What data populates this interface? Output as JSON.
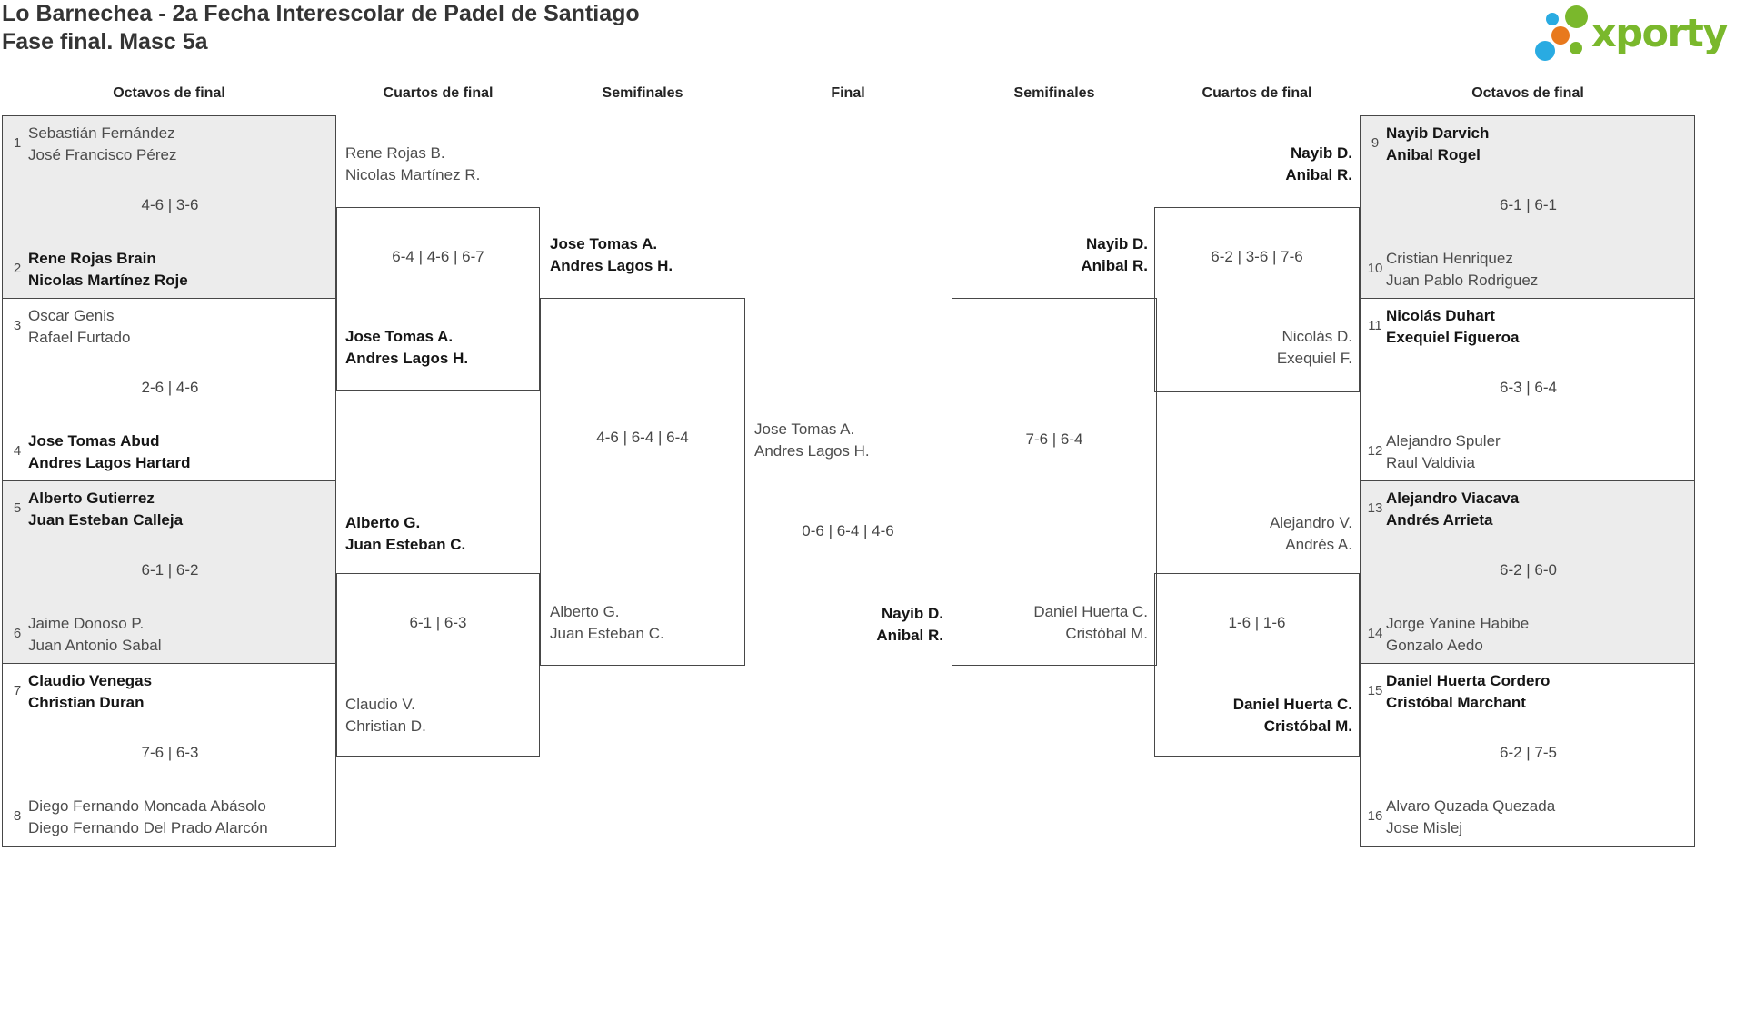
{
  "title": {
    "line1": "Lo Barnechea - 2a Fecha Interescolar de Padel de Santiago",
    "line2": "Fase final. Masc 5a"
  },
  "logo": {
    "brand": "xporty"
  },
  "round_headers": [
    "Octavos de final",
    "Cuartos de final",
    "Semifinales",
    "Final",
    "Semifinales",
    "Cuartos de final",
    "Octavos de final"
  ],
  "colors": {
    "logo_green": "#7ab82c",
    "logo_blue": "#29abe2",
    "logo_orange": "#e8791d",
    "shaded_row": "#ececec",
    "border_line": "#474747",
    "text_normal": "#4c4c4c",
    "text_winner": "#151515"
  },
  "octavos_left": [
    {
      "shaded": true,
      "score": "4-6 | 3-6",
      "team1": {
        "seed": "1",
        "name1": "Sebastián Fernández",
        "name2": "José Francisco Pérez",
        "winner": false
      },
      "team2": {
        "seed": "2",
        "name1": "Rene Rojas Brain",
        "name2": "Nicolas Martínez Roje",
        "winner": true
      }
    },
    {
      "shaded": false,
      "score": "2-6 | 4-6",
      "team1": {
        "seed": "3",
        "name1": "Oscar Genis",
        "name2": "Rafael Furtado",
        "winner": false
      },
      "team2": {
        "seed": "4",
        "name1": "Jose Tomas Abud",
        "name2": "Andres Lagos Hartard",
        "winner": true
      }
    },
    {
      "shaded": true,
      "score": "6-1 | 6-2",
      "team1": {
        "seed": "5",
        "name1": "Alberto Gutierrez",
        "name2": "Juan Esteban Calleja",
        "winner": true
      },
      "team2": {
        "seed": "6",
        "name1": "Jaime Donoso P.",
        "name2": "Juan Antonio Sabal",
        "winner": false
      }
    },
    {
      "shaded": false,
      "score": "7-6 | 6-3",
      "team1": {
        "seed": "7",
        "name1": "Claudio Venegas",
        "name2": "Christian Duran",
        "winner": true
      },
      "team2": {
        "seed": "8",
        "name1": "Diego Fernando Moncada Abásolo",
        "name2": "Diego Fernando Del Prado Alarcón",
        "winner": false
      }
    }
  ],
  "octavos_right": [
    {
      "shaded": true,
      "score": "6-1 | 6-1",
      "team1": {
        "seed": "9",
        "name1": "Nayib Darvich",
        "name2": "Anibal Rogel",
        "winner": true
      },
      "team2": {
        "seed": "10",
        "name1": "Cristian Henriquez",
        "name2": "Juan Pablo Rodriguez",
        "winner": false
      }
    },
    {
      "shaded": false,
      "score": "6-3 | 6-4",
      "team1": {
        "seed": "11",
        "name1": "Nicolás Duhart",
        "name2": "Exequiel Figueroa",
        "winner": true
      },
      "team2": {
        "seed": "12",
        "name1": "Alejandro Spuler",
        "name2": "Raul Valdivia",
        "winner": false
      }
    },
    {
      "shaded": true,
      "score": "6-2 | 6-0",
      "team1": {
        "seed": "13",
        "name1": "Alejandro Viacava",
        "name2": "Andrés Arrieta",
        "winner": true
      },
      "team2": {
        "seed": "14",
        "name1": "Jorge Yanine Habibe",
        "name2": "Gonzalo Aedo",
        "winner": false
      }
    },
    {
      "shaded": false,
      "score": "6-2 | 7-5",
      "team1": {
        "seed": "15",
        "name1": "Daniel Huerta Cordero",
        "name2": "Cristóbal Marchant",
        "winner": true
      },
      "team2": {
        "seed": "16",
        "name1": "Alvaro Quzada Quezada",
        "name2": "Jose Mislej",
        "winner": false
      }
    }
  ],
  "cuartos_left": [
    {
      "score": "6-4 | 4-6 | 6-7",
      "team1": {
        "name1": "Rene Rojas B.",
        "name2": "Nicolas Martínez R.",
        "winner": false
      },
      "team2": {
        "name1": "Jose Tomas A.",
        "name2": "Andres Lagos H.",
        "winner": true
      }
    },
    {
      "score": "6-1 | 6-3",
      "team1": {
        "name1": "Alberto G.",
        "name2": "Juan Esteban C.",
        "winner": true
      },
      "team2": {
        "name1": "Claudio V.",
        "name2": "Christian D.",
        "winner": false
      }
    }
  ],
  "semifinal_left": {
    "score": "4-6 | 6-4 | 6-4",
    "team1": {
      "name1": "Jose Tomas A.",
      "name2": "Andres Lagos H.",
      "winner": true
    },
    "team2": {
      "name1": "Alberto G.",
      "name2": "Juan Esteban C.",
      "winner": false
    }
  },
  "final": {
    "score": "0-6 | 6-4 | 4-6",
    "team1": {
      "name1": "Jose Tomas A.",
      "name2": "Andres Lagos H.",
      "winner": false
    },
    "team2": {
      "name1": "Nayib D.",
      "name2": "Anibal R.",
      "winner": true
    }
  },
  "semifinal_right": {
    "score": "7-6 | 6-4",
    "team1": {
      "name1": "Nayib D.",
      "name2": "Anibal R.",
      "winner": true
    },
    "team2": {
      "name1": "Daniel Huerta C.",
      "name2": "Cristóbal M.",
      "winner": false
    }
  },
  "cuartos_right": [
    {
      "score": "6-2 | 3-6 | 7-6",
      "team1": {
        "name1": "Nayib D.",
        "name2": "Anibal R.",
        "winner": true
      },
      "team2": {
        "name1": "Nicolás D.",
        "name2": "Exequiel F.",
        "winner": false
      }
    },
    {
      "score": "1-6 | 1-6",
      "team1": {
        "name1": "Alejandro V.",
        "name2": "Andrés A.",
        "winner": false
      },
      "team2": {
        "name1": "Daniel Huerta C.",
        "name2": "Cristóbal M.",
        "winner": true
      }
    }
  ]
}
